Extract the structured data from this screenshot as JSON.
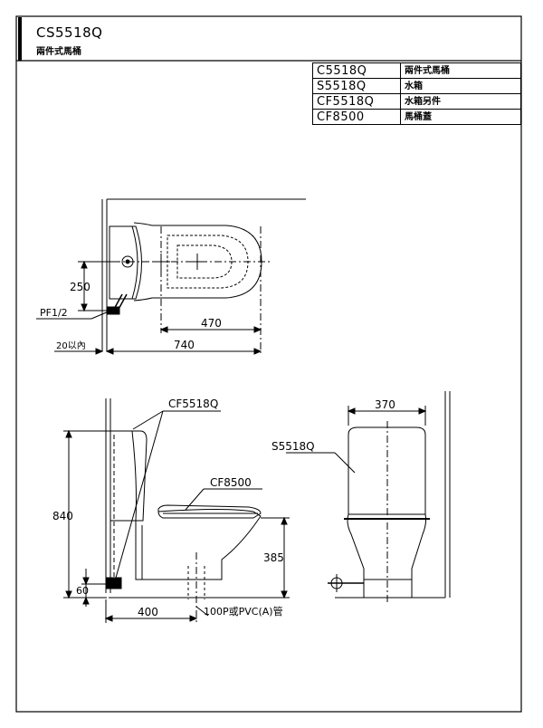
{
  "header": {
    "model": "CS5518Q",
    "name": "兩件式馬桶"
  },
  "parts": [
    {
      "code": "C5518Q",
      "name": "兩件式馬桶"
    },
    {
      "code": "S5518Q",
      "name": "水箱"
    },
    {
      "code": "CF5518Q",
      "name": "水箱另件"
    },
    {
      "code": "CF8500",
      "name": "馬桶蓋"
    }
  ],
  "top_view": {
    "dim_250": "250",
    "dim_470": "470",
    "dim_740": "740",
    "pipe_label": "PF1/2",
    "wall_label": "20以內"
  },
  "front_view": {
    "tank_parts_label": "CF5518Q",
    "seat_label": "CF8500",
    "dim_840": "840",
    "dim_385": "385",
    "dim_60": "60",
    "dim_400": "400",
    "outlet_label": "100P或PVC(A)管"
  },
  "side_view": {
    "dim_370": "370",
    "tank_label": "S5518Q"
  }
}
